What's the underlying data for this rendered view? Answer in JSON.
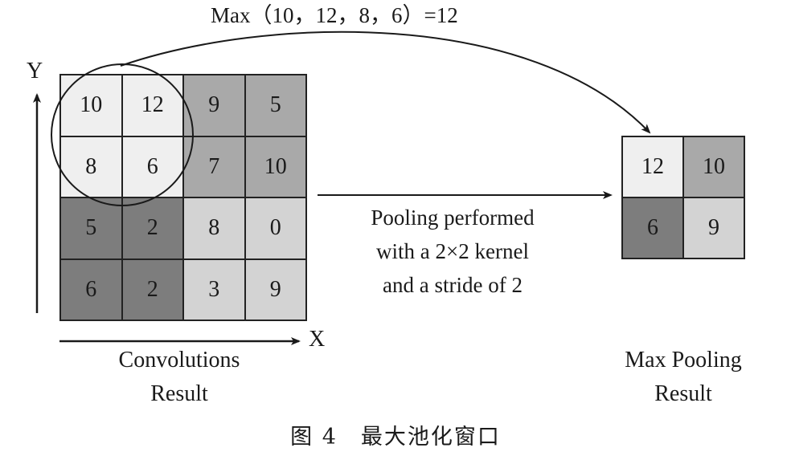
{
  "formula": "Max（10，12，8，6）=12",
  "input_grid": {
    "cells": [
      {
        "value": "10",
        "color": "#efefef"
      },
      {
        "value": "12",
        "color": "#efefef"
      },
      {
        "value": "9",
        "color": "#a9a9a9"
      },
      {
        "value": "5",
        "color": "#a9a9a9"
      },
      {
        "value": "8",
        "color": "#efefef"
      },
      {
        "value": "6",
        "color": "#efefef"
      },
      {
        "value": "7",
        "color": "#a9a9a9"
      },
      {
        "value": "10",
        "color": "#a9a9a9"
      },
      {
        "value": "5",
        "color": "#7d7d7d"
      },
      {
        "value": "2",
        "color": "#7d7d7d"
      },
      {
        "value": "8",
        "color": "#d3d3d3"
      },
      {
        "value": "0",
        "color": "#d3d3d3"
      },
      {
        "value": "6",
        "color": "#7d7d7d"
      },
      {
        "value": "2",
        "color": "#7d7d7d"
      },
      {
        "value": "3",
        "color": "#d3d3d3"
      },
      {
        "value": "9",
        "color": "#d3d3d3"
      }
    ]
  },
  "output_grid": {
    "cells": [
      {
        "value": "12",
        "color": "#efefef"
      },
      {
        "value": "10",
        "color": "#a9a9a9"
      },
      {
        "value": "6",
        "color": "#7d7d7d"
      },
      {
        "value": "9",
        "color": "#d3d3d3"
      }
    ]
  },
  "labels": {
    "axis_y": "Y",
    "axis_x": "X",
    "conv_line1": "Convolutions",
    "conv_line2": "Result",
    "pool_line1": "Max Pooling",
    "pool_line2": "Result",
    "desc_line1": "Pooling performed",
    "desc_line2": "with a 2×2 kernel",
    "desc_line3": "and a stride of 2"
  },
  "caption": "图 4　最大池化窗口"
}
